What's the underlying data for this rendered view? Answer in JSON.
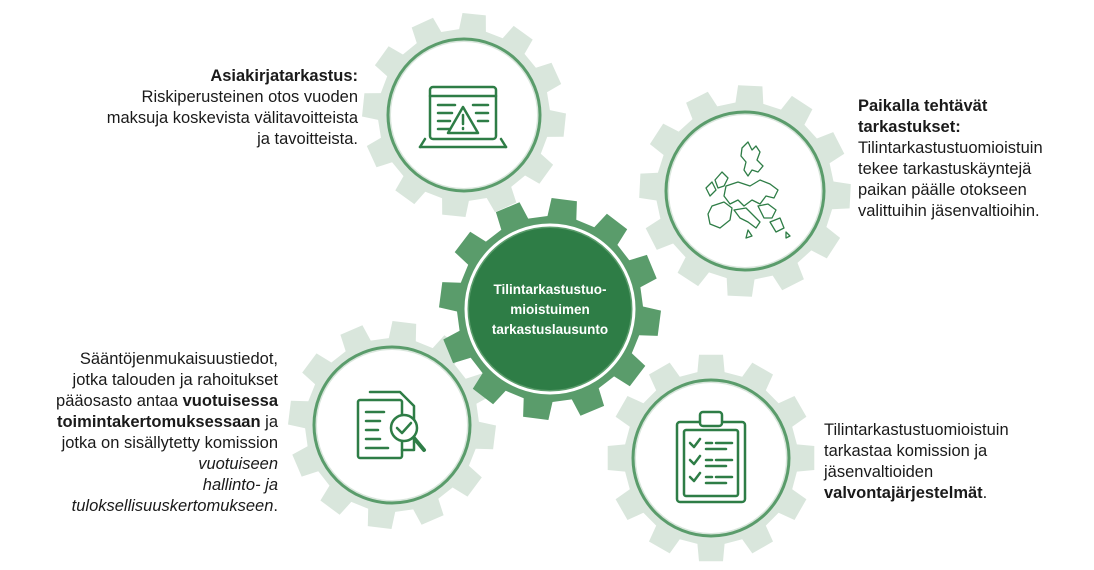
{
  "center": {
    "line1": "Tilintarkastustuo-",
    "line2": "mioistuimen",
    "line3": "tarkastuslausunto"
  },
  "top_left": {
    "title": "Asiakirjatarkastus:",
    "line1": "Riskiperusteinen otos vuoden",
    "line2": "maksuja koskevista välitavoitteista",
    "line3": "ja tavoitteista."
  },
  "top_right": {
    "title1": "Paikalla tehtävät",
    "title2": "tarkastukset:",
    "line1": "Tilintarkastustuomioistuin",
    "line2": "tekee tarkastuskäyntejä",
    "line3": "paikan päälle otokseen",
    "line4": "valittuihin jäsenvaltioihin."
  },
  "bottom_left": {
    "line1": "Sääntöjenmukaisuustiedot,",
    "line2": "jotka talouden ja rahoitukset",
    "line3_pre": "pääosasto antaa ",
    "line3_bold": "vuotuisessa",
    "line4_bold": "toimintakertomuksessaan",
    "line4_post": " ja",
    "line5": "jotka on sisällytetty komission",
    "line6": "vuotuiseen",
    "line7": "hallinto- ja",
    "line8_italic": "tuloksellisuuskertomukseen",
    "line8_post": "."
  },
  "bottom_right": {
    "line1": "Tilintarkastustuomioistuin",
    "line2": "tarkastaa komission ja",
    "line3": "jäsenvaltioiden",
    "line4_bold": "valvontajärjestelmät",
    "line4_post": "."
  },
  "colors": {
    "dark_green": "#2e7d46",
    "mid_green": "#5a9c6b",
    "light_fill": "#d9e6dc",
    "white": "#ffffff"
  },
  "icons": [
    "document-warning-icon",
    "europe-map-icon",
    "document-search-icon",
    "checklist-clipboard-icon"
  ]
}
